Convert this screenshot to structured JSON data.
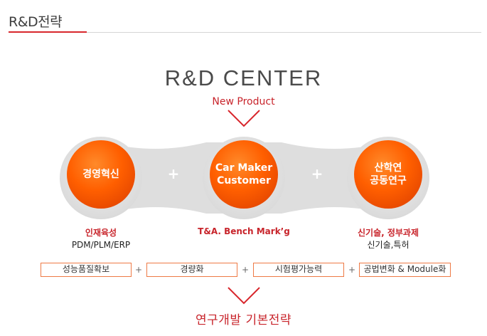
{
  "header": {
    "title": "R&D전략"
  },
  "center_title": "R&D CENTER",
  "new_product_label": "New Product",
  "nodes": [
    {
      "label": "경영혁신",
      "sub_red": "인재육성",
      "sub_black": "PDM/PLM/ERP"
    },
    {
      "label": "Car Maker\nCustomer",
      "sub_red": "T&A. Bench Mark’g",
      "sub_black": ""
    },
    {
      "label": "산학연\n공동연구",
      "sub_red": "신기술, 정부과제",
      "sub_black": "신기술,특허"
    }
  ],
  "connector_symbol": "+",
  "boxes": [
    "성능품질확보",
    "경량화",
    "시험평가능력",
    "공법변화 & Module화"
  ],
  "bottom_label": "연구개발 기본전략",
  "colors": {
    "accent_red": "#c8242b",
    "orange": "#ff5a00",
    "band_grey": "#dedede",
    "box_border": "#ee7a45"
  }
}
